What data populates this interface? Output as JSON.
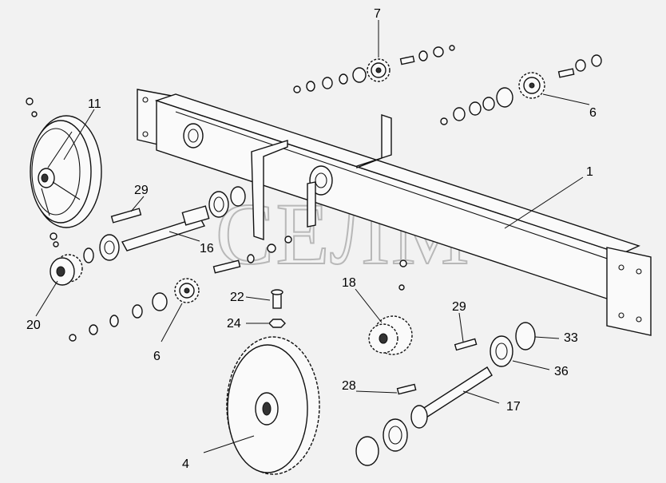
{
  "watermark": "СЕЛМ",
  "callouts": [
    "1",
    "4",
    "6",
    "6",
    "7",
    "11",
    "16",
    "17",
    "18",
    "20",
    "22",
    "24",
    "28",
    "29",
    "29",
    "33",
    "36"
  ]
}
